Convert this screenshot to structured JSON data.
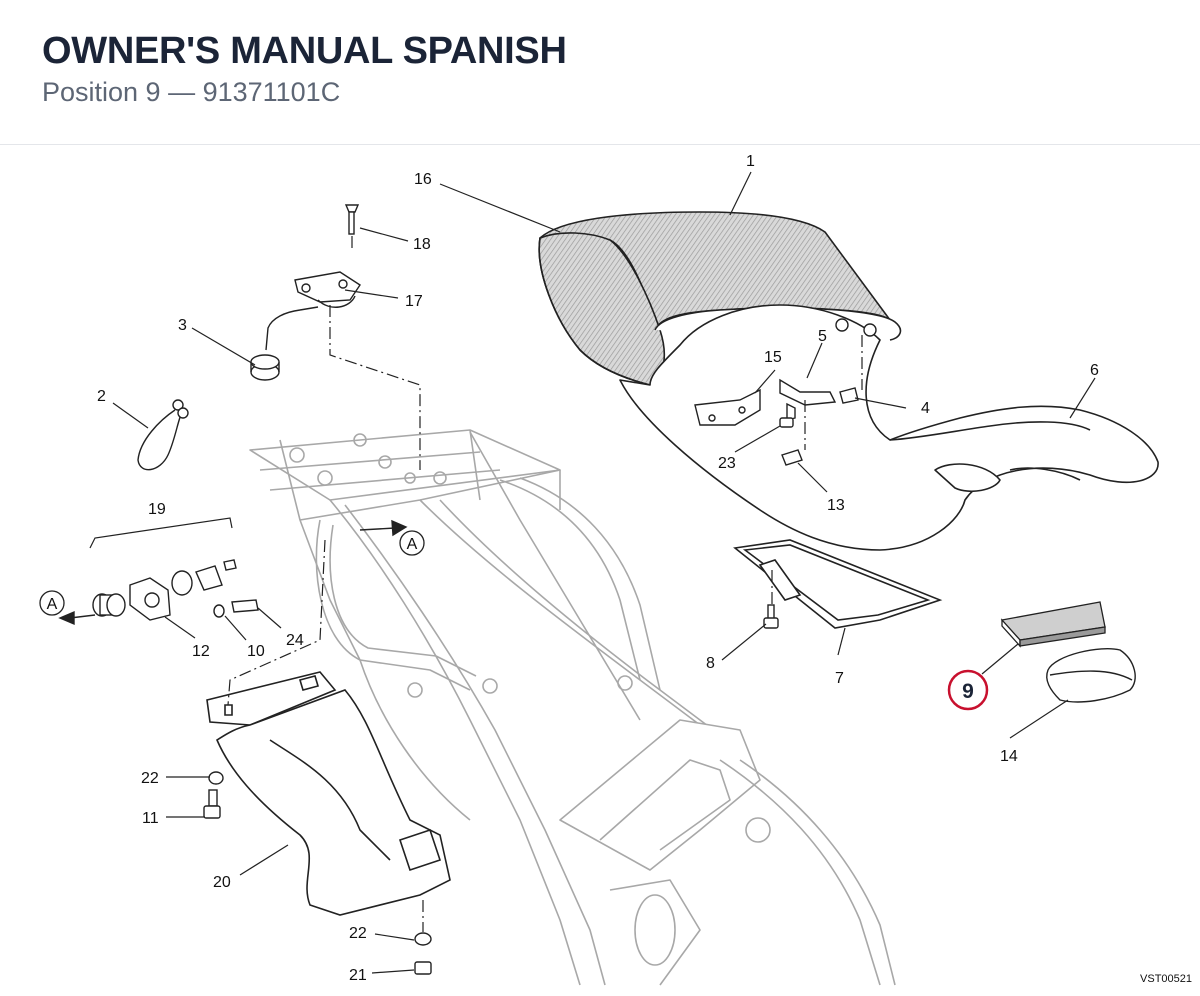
{
  "header": {
    "title": "OWNER'S MANUAL SPANISH",
    "subtitle": "Position 9 — 91371101C"
  },
  "diagram": {
    "highlighted_callout": "9",
    "highlight_color": "#c8102e",
    "reference_code": "VST00521",
    "view_marker": "A",
    "callouts": {
      "c1": "1",
      "c2": "2",
      "c3": "3",
      "c4": "4",
      "c5": "5",
      "c6": "6",
      "c7": "7",
      "c8": "8",
      "c10": "10",
      "c11": "11",
      "c12": "12",
      "c13": "13",
      "c14": "14",
      "c15": "15",
      "c16": "16",
      "c17": "17",
      "c18": "18",
      "c19": "19",
      "c20": "20",
      "c21": "21",
      "c22a": "22",
      "c22b": "22",
      "c23": "23",
      "c24": "24"
    }
  }
}
